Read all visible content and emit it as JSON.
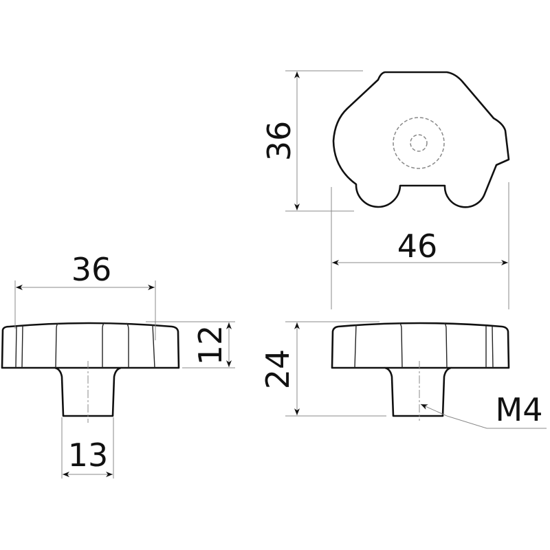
{
  "dimensions": {
    "top_height": "36",
    "top_width": "46",
    "side_diameter": "36",
    "head_height": "12",
    "stem_diameter": "13",
    "total_height": "24",
    "thread": "M4"
  }
}
